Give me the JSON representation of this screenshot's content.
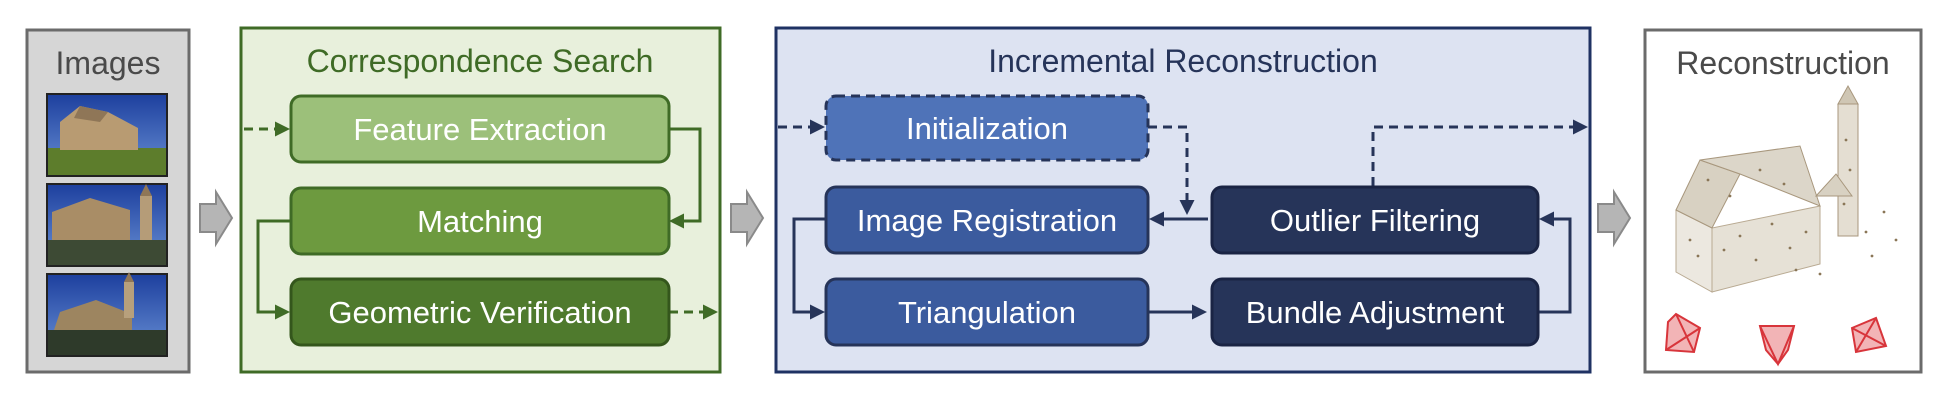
{
  "panels": {
    "images": {
      "title": "Images"
    },
    "correspondence": {
      "title": "Correspondence Search"
    },
    "incremental": {
      "title": "Incremental Reconstruction"
    },
    "reconstruction": {
      "title": "Reconstruction"
    }
  },
  "nodes": {
    "feature_extraction": "Feature Extraction",
    "matching": "Matching",
    "geometric_verification": "Geometric Verification",
    "initialization": "Initialization",
    "image_registration": "Image Registration",
    "outlier_filtering": "Outlier Filtering",
    "triangulation": "Triangulation",
    "bundle_adjustment": "Bundle Adjustment"
  },
  "colors": {
    "images_panel": "#d6d6d6",
    "correspondence_panel": "#e8f0dc",
    "correspondence_border": "#3f6b26",
    "incremental_panel": "#dde3f2",
    "incremental_border": "#1f3263",
    "green_light": "#9cc07a",
    "green_mid": "#6d9a3f",
    "green_dark": "#4f7a2d",
    "blue_light": "#4f73b8",
    "blue_mid": "#3b5b9e",
    "navy": "#263459",
    "camera_red": "#e04a4f"
  }
}
